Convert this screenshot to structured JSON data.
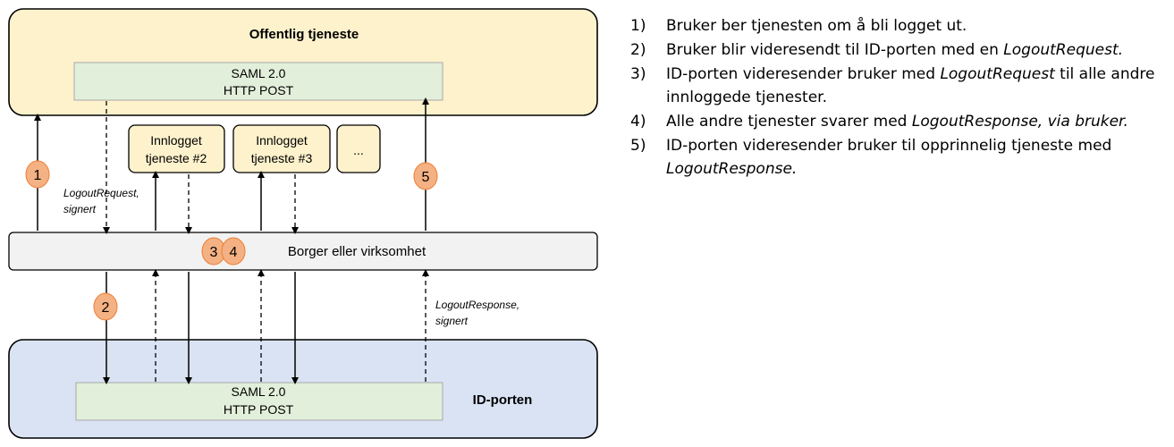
{
  "colors": {
    "service_fill": "#fdf2cc",
    "idporten_fill": "#dae3f3",
    "saml_fill": "#e2efda",
    "citizen_fill": "#f2f2f2",
    "other_fill": "#fdf2cc",
    "badge_fill": "#f4b183",
    "badge_stroke": "#ed7d31",
    "stroke": "#000000"
  },
  "diagram": {
    "public_service": {
      "title": "Offentlig tjeneste"
    },
    "saml_top": {
      "line1": "SAML 2.0",
      "line2": "HTTP POST"
    },
    "saml_bottom": {
      "line1": "SAML 2.0",
      "line2": "HTTP POST"
    },
    "other_services": [
      {
        "line1": "Innlogget",
        "line2": "tjeneste #2"
      },
      {
        "line1": "Innlogget",
        "line2": "tjeneste #3"
      },
      {
        "line1": "...",
        "line2": ""
      }
    ],
    "citizen": {
      "label": "Borger eller virksomhet"
    },
    "idporten": {
      "title": "ID-porten"
    },
    "labels": {
      "logout_request_1": "LogoutRequest,",
      "logout_request_2": "signert",
      "logout_response_1": "LogoutResponse,",
      "logout_response_2": "signert"
    },
    "badges": {
      "b1": "1",
      "b2": "2",
      "b3": "3",
      "b4": "4",
      "b5": "5"
    }
  },
  "steps": [
    {
      "num": "1)",
      "parts": [
        {
          "text": "Bruker ber tjenesten om å bli logget ut.",
          "em": false
        }
      ]
    },
    {
      "num": "2)",
      "parts": [
        {
          "text": "Bruker blir videresendt til ID-porten med en ",
          "em": false
        },
        {
          "text": "LogoutRequest.",
          "em": true
        }
      ]
    },
    {
      "num": "3)",
      "parts": [
        {
          "text": "ID-porten videresender bruker med ",
          "em": false
        },
        {
          "text": "LogoutRequest",
          "em": true
        },
        {
          "text": " til alle andre innloggede tjenester.",
          "em": false
        }
      ]
    },
    {
      "num": "4)",
      "parts": [
        {
          "text": "Alle andre tjenester svarer med ",
          "em": false
        },
        {
          "text": "LogoutResponse, via bruker.",
          "em": true
        }
      ]
    },
    {
      "num": "5)",
      "parts": [
        {
          "text": "ID-porten videresender bruker til opprinnelig tjeneste med ",
          "em": false
        },
        {
          "text": "LogoutResponse.",
          "em": true
        }
      ]
    }
  ]
}
